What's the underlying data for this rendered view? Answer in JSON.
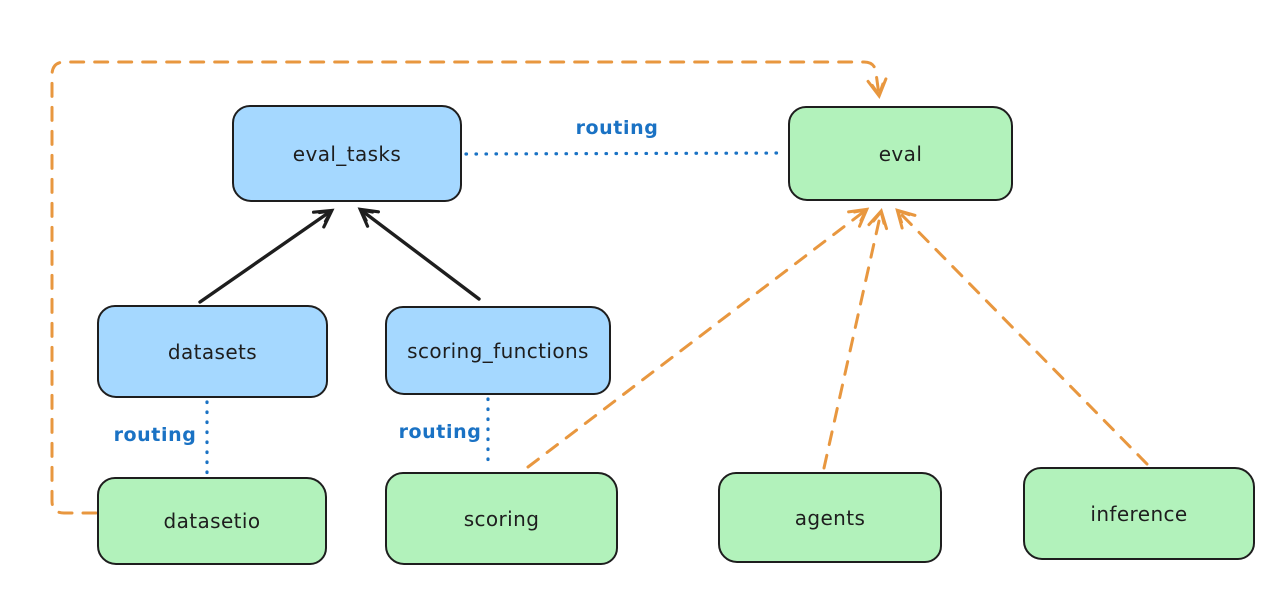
{
  "diagram": {
    "type": "flow-diagram",
    "nodes": [
      {
        "id": "eval_tasks",
        "label": "eval_tasks",
        "fill": "blue"
      },
      {
        "id": "eval",
        "label": "eval",
        "fill": "green"
      },
      {
        "id": "datasets",
        "label": "datasets",
        "fill": "blue"
      },
      {
        "id": "scoring_functions",
        "label": "scoring_functions",
        "fill": "blue"
      },
      {
        "id": "datasetio",
        "label": "datasetio",
        "fill": "green"
      },
      {
        "id": "scoring",
        "label": "scoring",
        "fill": "green"
      },
      {
        "id": "agents",
        "label": "agents",
        "fill": "green"
      },
      {
        "id": "inference",
        "label": "inference",
        "fill": "green"
      }
    ],
    "edges": [
      {
        "from": "datasets",
        "to": "eval_tasks",
        "style": "solid-arrow",
        "color": "black"
      },
      {
        "from": "scoring_functions",
        "to": "eval_tasks",
        "style": "solid-arrow",
        "color": "black"
      },
      {
        "from": "eval_tasks",
        "to": "eval",
        "style": "dotted",
        "color": "blue",
        "label": "routing"
      },
      {
        "from": "datasets",
        "to": "datasetio",
        "style": "dotted",
        "color": "blue",
        "label": "routing"
      },
      {
        "from": "scoring_functions",
        "to": "scoring",
        "style": "dotted",
        "color": "blue",
        "label": "routing"
      },
      {
        "from": "scoring",
        "to": "eval",
        "style": "dashed-arrow",
        "color": "orange"
      },
      {
        "from": "agents",
        "to": "eval",
        "style": "dashed-arrow",
        "color": "orange"
      },
      {
        "from": "inference",
        "to": "eval",
        "style": "dashed-arrow",
        "color": "orange"
      },
      {
        "from": "datasetio",
        "to": "eval",
        "style": "dashed-arrow",
        "color": "orange",
        "route": "around-left-and-top"
      }
    ],
    "colors": {
      "blue_fill": "#a5d8ff",
      "green_fill": "#b2f2bb",
      "stroke": "#1e1e1e",
      "routing_blue": "#1a72c4",
      "orange": "#e8973f",
      "background": "#ffffff"
    }
  }
}
